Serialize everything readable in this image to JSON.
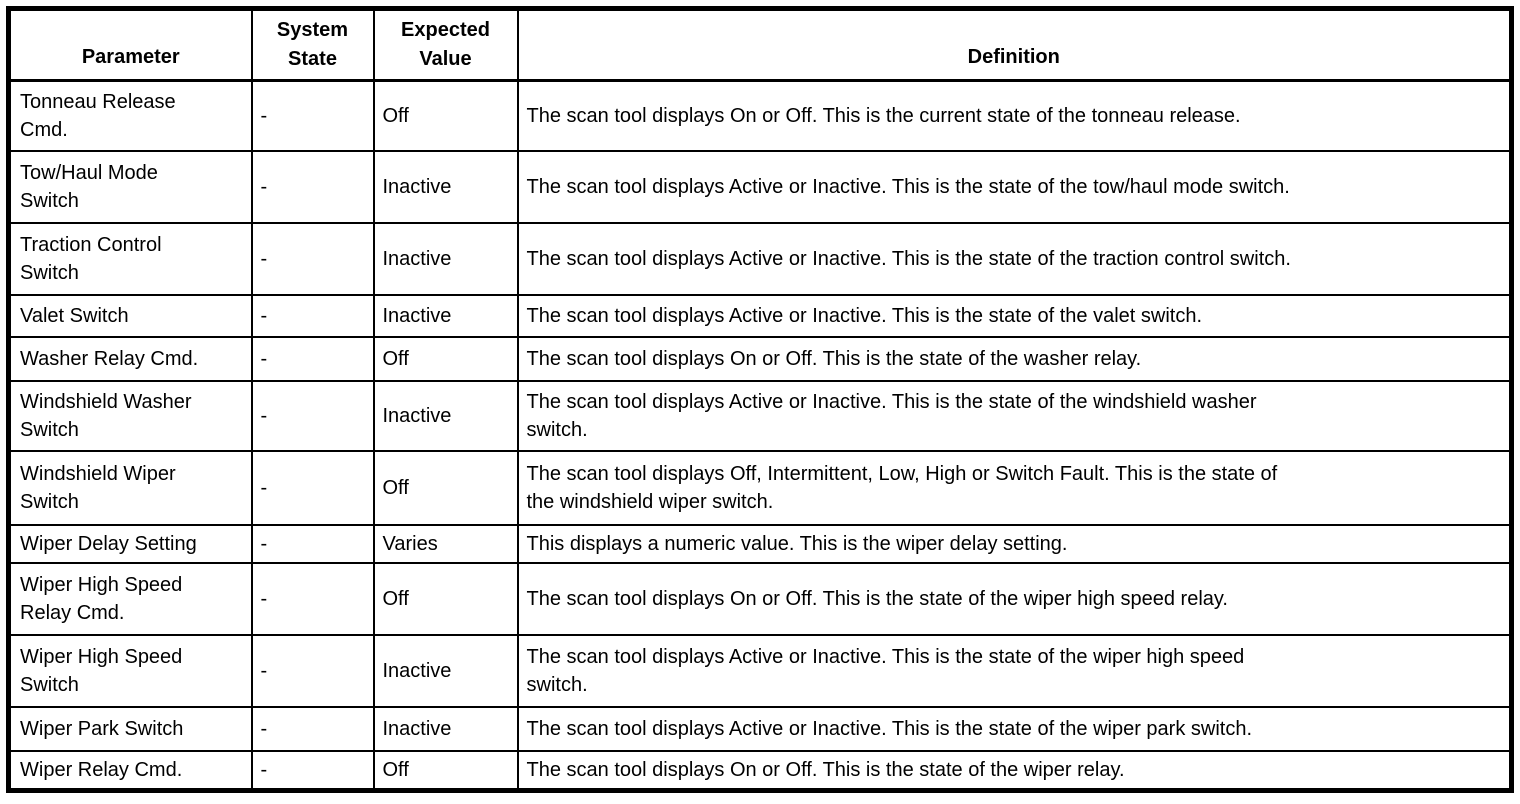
{
  "table": {
    "columns": [
      "Parameter",
      "System\nState",
      "Expected\nValue",
      "Definition"
    ],
    "rows": [
      {
        "parameter": "Tonneau Release\nCmd.",
        "system_state": "-",
        "expected_value": "Off",
        "definition": "The scan tool displays On or Off. This is the current state of the tonneau release."
      },
      {
        "parameter": "Tow/Haul Mode\nSwitch",
        "system_state": "-",
        "expected_value": "Inactive",
        "definition": "The scan tool displays Active or Inactive. This is the state of the tow/haul mode switch."
      },
      {
        "parameter": "Traction Control\nSwitch",
        "system_state": "-",
        "expected_value": "Inactive",
        "definition": "The scan tool displays Active or Inactive. This is the state of the traction control switch."
      },
      {
        "parameter": "Valet Switch",
        "system_state": "-",
        "expected_value": "Inactive",
        "definition": "The scan tool displays Active or Inactive. This is the state of the valet switch."
      },
      {
        "parameter": "Washer Relay Cmd.",
        "system_state": "-",
        "expected_value": "Off",
        "definition": "The scan tool displays On or Off. This is the state of the washer relay."
      },
      {
        "parameter": "Windshield Washer\nSwitch",
        "system_state": "-",
        "expected_value": "Inactive",
        "definition": "The scan tool displays Active or Inactive. This is the state of the windshield washer\nswitch."
      },
      {
        "parameter": "Windshield Wiper\nSwitch",
        "system_state": "-",
        "expected_value": "Off",
        "definition": "The scan tool displays Off, Intermittent, Low, High or Switch Fault. This is the state of\nthe windshield wiper switch."
      },
      {
        "parameter": "Wiper Delay Setting",
        "system_state": "-",
        "expected_value": "Varies",
        "definition": "This displays a numeric value. This is the wiper delay setting."
      },
      {
        "parameter": "Wiper High Speed\nRelay Cmd.",
        "system_state": "-",
        "expected_value": "Off",
        "definition": "The scan tool displays On or Off. This is the state of the wiper high speed relay."
      },
      {
        "parameter": "Wiper High Speed\nSwitch",
        "system_state": "-",
        "expected_value": "Inactive",
        "definition": "The scan tool displays Active or Inactive. This is the state of the wiper high speed\nswitch."
      },
      {
        "parameter": "Wiper Park Switch",
        "system_state": "-",
        "expected_value": "Inactive",
        "definition": "The scan tool displays Active or Inactive. This is the state of the wiper park switch."
      },
      {
        "parameter": "Wiper Relay Cmd.",
        "system_state": "-",
        "expected_value": "Off",
        "definition": "The scan tool displays On or Off. This is the state of the wiper relay."
      }
    ]
  }
}
